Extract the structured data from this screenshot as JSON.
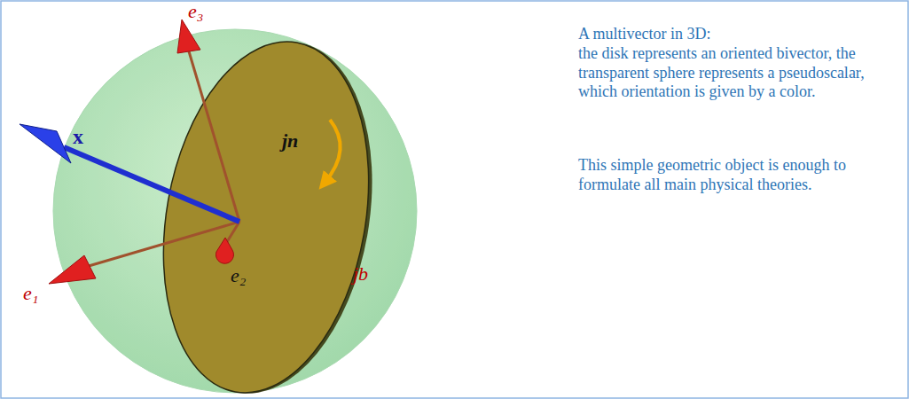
{
  "diagram": {
    "labels": [
      "e₃",
      "x",
      "jn",
      "e₁",
      "e₂",
      "jb",
      "A multivector in 3D:",
      "the disk represents an oriented bivector, the transparent sphere represents a pseudoscalar, which orientation is given by a color.",
      "This simple geometric object is enough to formulate all main physical theories."
    ]
  }
}
